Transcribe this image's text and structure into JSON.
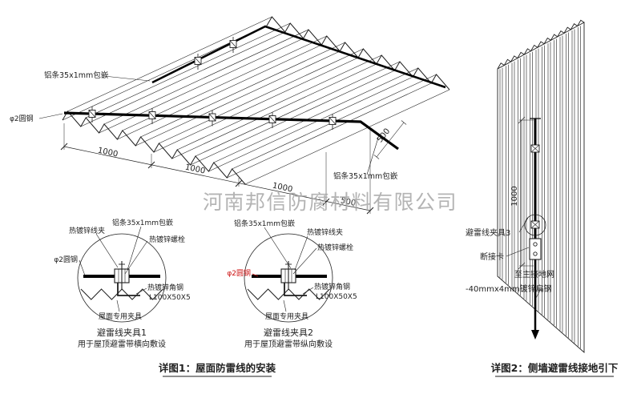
{
  "watermark": "河南邦信防腐材料有限公司",
  "roof_plan": {
    "label_strip_top": "铝条35x1mm包嵌",
    "label_round_steel": "φ2圆钢",
    "label_strip_right": "铝条35x1mm包嵌",
    "dims": {
      "span1": "1000",
      "span2": "1000",
      "span3": "1000",
      "span4": "500",
      "offset_right": "500"
    }
  },
  "detail1": {
    "label_wire_clip": "热镀锌线夹",
    "label_strip": "铝条35x1mm包嵌",
    "label_bolt": "热镀锌螺栓",
    "label_round_steel": "φ2圆钢",
    "label_angle_steel": "热镀锌角钢",
    "label_angle_size": "L100X50X5",
    "label_roof_clamp": "屋面专用夹具",
    "title": "避雷线夹具1",
    "subtitle": "用于屋顶避雷带横向敷设"
  },
  "detail2": {
    "label_strip": "铝条35x1mm包嵌",
    "label_wire_clip": "热镀锌线夹",
    "label_bolt": "热镀锌螺栓",
    "label_round_steel": "φ2圆钢",
    "label_angle_steel": "热镀锌角钢",
    "label_angle_size": "L100X50X5",
    "label_roof_clamp": "屋面专用夹具",
    "title": "避雷线夹具2",
    "subtitle": "用于屋顶避雷带纵向敷设"
  },
  "figure1_caption": "详图1：屋面防雷线的安装",
  "wall_elevation": {
    "dim_height": "1000",
    "label_clamp3": "避雷线夹具3",
    "label_disconnect": "断接卡",
    "label_to_ground": "至主接地网",
    "label_flat_steel": "-40mmx4mm镀锌扁钢"
  },
  "figure2_caption": "详图2：侧墙避雷线接地引下",
  "colors": {
    "line": "#1f1f1f",
    "red": "#cc1111",
    "wm": "#a2a2a2"
  }
}
